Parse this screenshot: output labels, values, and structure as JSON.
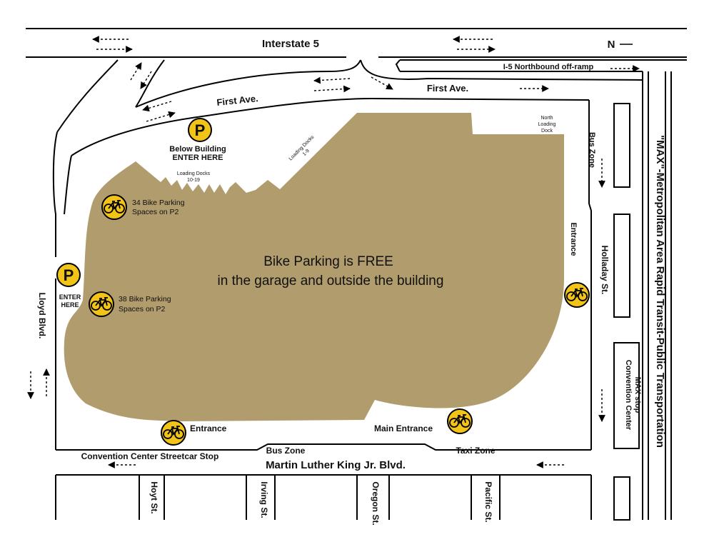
{
  "colors": {
    "building": "#b09c6c",
    "badge": "#f2c418",
    "line": "#000000",
    "background": "#ffffff"
  },
  "compass": {
    "label": "N"
  },
  "streets": {
    "interstate": "Interstate 5",
    "first_ave_left": "First Ave.",
    "first_ave_right": "First Ave.",
    "offramp": "I-5 Northbound off-ramp",
    "lloyd": "Lloyd Blvd.",
    "holladay": "Holladay St.",
    "mlk": "Martin Luther King Jr. Blvd.",
    "hoyt": "Hoyt St.",
    "irving": "Irving St.",
    "oregon": "Oregon St.",
    "pacific": "Pacific St.",
    "max_line": "\"MAX\"-Metropolitan Area Rapid Transit-Public Transportation"
  },
  "parking": {
    "top_symbol": "P",
    "top_line1": "Below Building",
    "top_line2": "ENTER HERE",
    "left_symbol": "P",
    "left_line1": "ENTER",
    "left_line2": "HERE"
  },
  "building": {
    "loading_docks_10_19_line1": "Loading Docks",
    "loading_docks_10_19_line2": "10-19",
    "loading_docks_1_9_line1": "Loading Docks",
    "loading_docks_1_9_line2": "1-9",
    "north_dock_line1": "North",
    "north_dock_line2": "Loading",
    "north_dock_line3": "Dock",
    "message_line1": "Bike Parking is FREE",
    "message_line2": "in the garage and outside the building"
  },
  "bike_parking": {
    "upper_line1": "34 Bike Parking",
    "upper_line2": "Spaces on P2",
    "lower_line1": "38 Bike Parking",
    "lower_line2": "Spaces on P2"
  },
  "zones": {
    "bus_zone_right": "Bus Zone",
    "entrance_right": "Entrance",
    "entrance_bottom": "Entrance",
    "main_entrance": "Main Entrance",
    "bus_zone_bottom": "Bus Zone",
    "taxi_zone": "Taxi Zone",
    "streetcar": "Convention Center Streetcar Stop",
    "max_stop_line1": "Convention Center",
    "max_stop_line2": "MAX stop"
  }
}
